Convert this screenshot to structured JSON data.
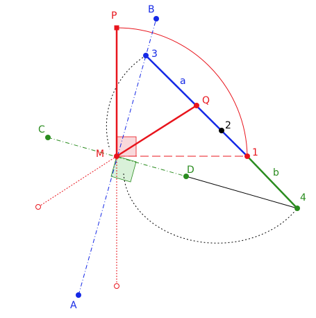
{
  "colors": {
    "red": "#e8141c",
    "blue": "#1428e6",
    "green": "#2a8c1f",
    "black": "#000000"
  },
  "labels": {
    "P": "P",
    "B": "B",
    "three": "3",
    "a": "a",
    "Q": "Q",
    "two": "2",
    "C": "C",
    "M": "M",
    "one": "1",
    "D": "D",
    "b": "b",
    "four": "4",
    "A": "A"
  }
}
